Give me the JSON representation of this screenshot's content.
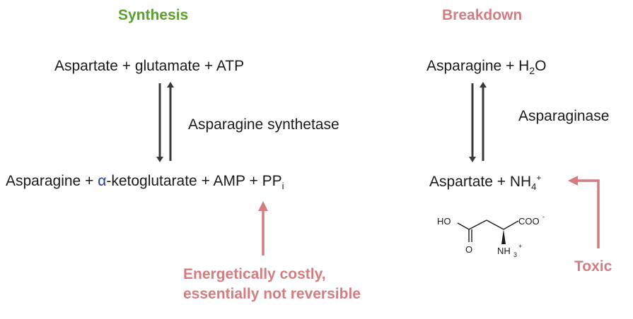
{
  "synthesis": {
    "title": "Synthesis",
    "reactants": "Aspartate + glutamate + ATP",
    "enzyme": "Asparagine synthetase",
    "products_main": "Asparagine + ",
    "alpha": "α",
    "products_rest": "-ketoglutarate + AMP + PP",
    "products_sub": "i",
    "note_line1": "Energetically costly,",
    "note_line2": "essentially not reversible"
  },
  "breakdown": {
    "title": "Breakdown",
    "reactants_main": "Asparagine + H",
    "reactants_sub": "2",
    "reactants_end": "O",
    "enzyme": "Asparaginase",
    "products_main": "Aspartate + NH",
    "products_sub": "4",
    "products_sup": "+",
    "toxic_label": "Toxic"
  },
  "structure": {
    "ho": "HO",
    "coo": "COO",
    "coo_charge": "-",
    "o": "O",
    "nh3": "NH",
    "nh3_sub": "3",
    "nh3_charge": "+"
  },
  "colors": {
    "synthesis_title": "#5aa02c",
    "accent_rose": "#d47d80",
    "arrow_dark": "#3a3a3a",
    "text": "#1a1a1a"
  }
}
